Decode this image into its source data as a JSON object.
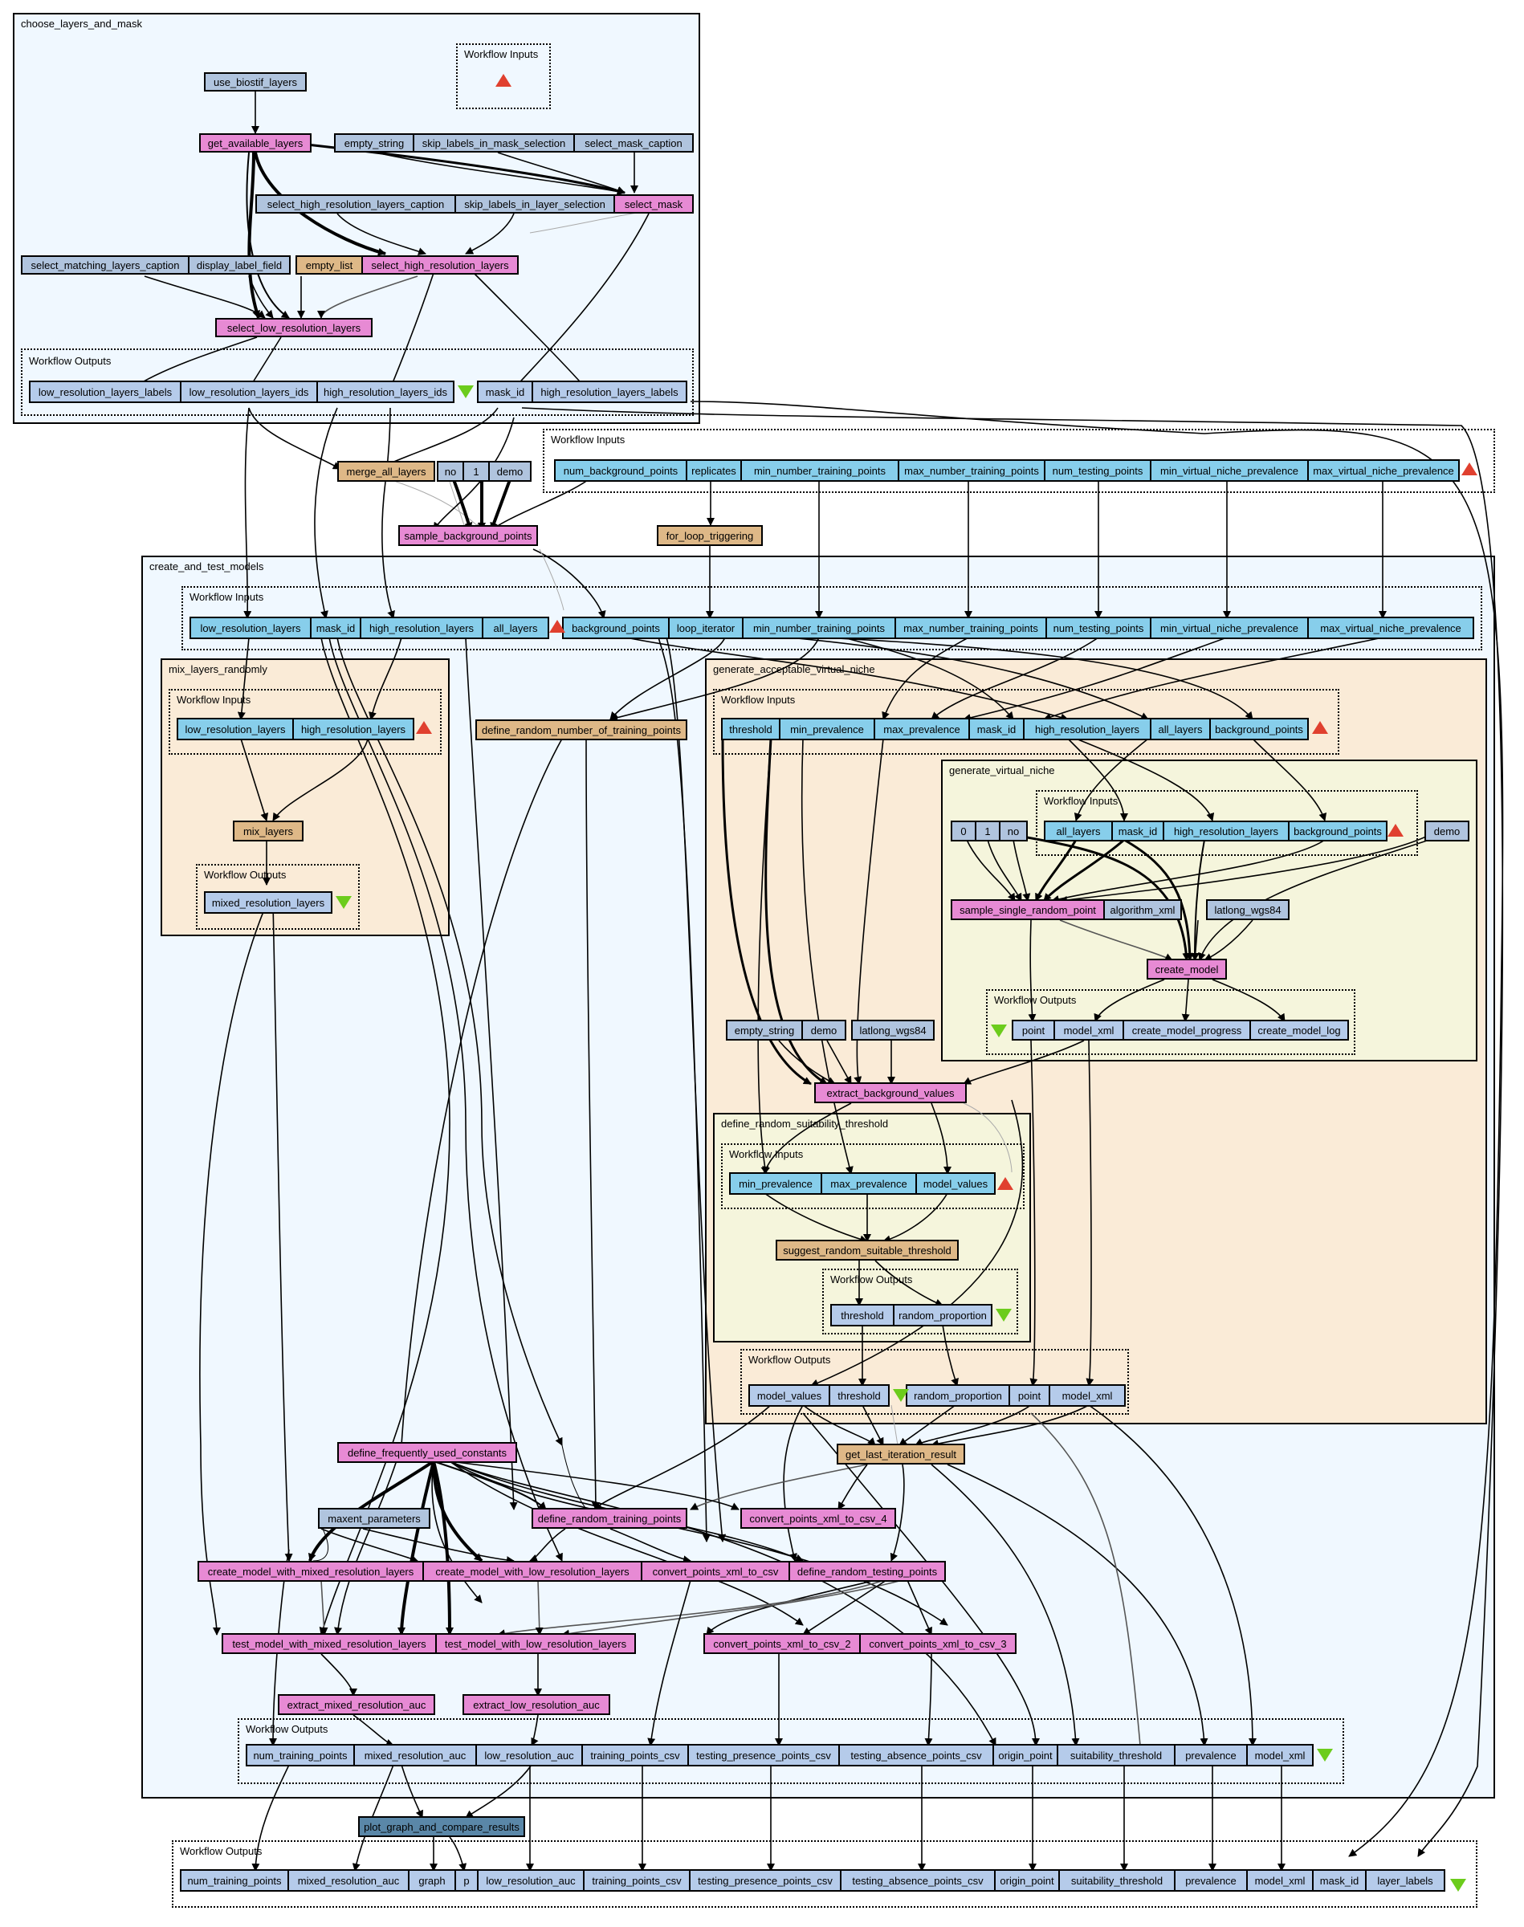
{
  "choose": {
    "title": "choose_layers_and_mask",
    "inputs_label": "Workflow Inputs",
    "outputs_label": "Workflow Outputs",
    "use_biostif_layers": "use_biostif_layers",
    "get_available_layers": "get_available_layers",
    "empty_string": "empty_string",
    "skip_labels_in_mask_selection": "skip_labels_in_mask_selection",
    "select_mask_caption": "select_mask_caption",
    "select_high_resolution_layers_caption": "select_high_resolution_layers_caption",
    "skip_labels_in_layer_selection": "skip_labels_in_layer_selection",
    "select_mask": "select_mask",
    "select_matching_layers_caption": "select_matching_layers_caption",
    "display_label_field": "display_label_field",
    "empty_list": "empty_list",
    "select_high_resolution_layers": "select_high_resolution_layers",
    "select_low_resolution_layers": "select_low_resolution_layers",
    "out_low_resolution_layers_labels": "low_resolution_layers_labels",
    "out_low_resolution_layers_ids": "low_resolution_layers_ids",
    "out_high_resolution_layers_ids": "high_resolution_layers_ids",
    "out_mask_id": "mask_id",
    "out_high_resolution_layers_labels": "high_resolution_layers_labels"
  },
  "top": {
    "merge_all_layers": "merge_all_layers",
    "no": "no",
    "one": "1",
    "demo": "demo",
    "sample_background_points": "sample_background_points",
    "for_loop_triggering": "for_loop_triggering",
    "inputs_label": "Workflow Inputs",
    "inputs": [
      "num_background_points",
      "replicates",
      "min_number_training_points",
      "max_number_training_points",
      "num_testing_points",
      "min_virtual_niche_prevalence",
      "max_virtual_niche_prevalence"
    ]
  },
  "ctm": {
    "title": "create_and_test_models",
    "inputs_label": "Workflow Inputs",
    "inputs": [
      "low_resolution_layers",
      "mask_id",
      "high_resolution_layers",
      "all_layers",
      "background_points",
      "loop_iterator",
      "min_number_training_points",
      "max_number_training_points",
      "num_testing_points",
      "min_virtual_niche_prevalence",
      "max_virtual_niche_prevalence"
    ],
    "define_random_number_of_training_points": "define_random_number_of_training_points",
    "define_frequently_used_constants": "define_frequently_used_constants",
    "maxent_parameters": "maxent_parameters",
    "define_random_training_points": "define_random_training_points",
    "convert_points_xml_to_csv_4": "convert_points_xml_to_csv_4",
    "create_model_with_mixed_resolution_layers": "create_model_with_mixed_resolution_layers",
    "create_model_with_low_resolution_layers": "create_model_with_low_resolution_layers",
    "convert_points_xml_to_csv": "convert_points_xml_to_csv",
    "define_random_testing_points": "define_random_testing_points",
    "test_model_with_mixed_resolution_layers": "test_model_with_mixed_resolution_layers",
    "test_model_with_low_resolution_layers": "test_model_with_low_resolution_layers",
    "convert_points_xml_to_csv_2": "convert_points_xml_to_csv_2",
    "convert_points_xml_to_csv_3": "convert_points_xml_to_csv_3",
    "extract_mixed_resolution_auc": "extract_mixed_resolution_auc",
    "extract_low_resolution_auc": "extract_low_resolution_auc",
    "get_last_iteration_result": "get_last_iteration_result",
    "outputs_label": "Workflow Outputs",
    "outputs": [
      "num_training_points",
      "mixed_resolution_auc",
      "low_resolution_auc",
      "training_points_csv",
      "testing_presence_points_csv",
      "testing_absence_points_csv",
      "origin_point",
      "suitability_threshold",
      "prevalence",
      "model_xml"
    ]
  },
  "mix": {
    "title": "mix_layers_randomly",
    "inputs_label": "Workflow Inputs",
    "in_low": "low_resolution_layers",
    "in_high": "high_resolution_layers",
    "mix_layers": "mix_layers",
    "outputs_label": "Workflow Outputs",
    "out_mixed": "mixed_resolution_layers"
  },
  "gavn": {
    "title": "generate_acceptable_virtual_niche",
    "inputs_label": "Workflow Inputs",
    "inputs": [
      "threshold",
      "min_prevalence",
      "max_prevalence",
      "mask_id",
      "high_resolution_layers",
      "all_layers",
      "background_points"
    ],
    "empty_string": "empty_string",
    "demo": "demo",
    "latlong_wgs84": "latlong_wgs84",
    "extract_background_values": "extract_background_values",
    "outputs_label": "Workflow Outputs",
    "outputs": [
      "model_values",
      "threshold",
      "random_proportion",
      "point",
      "model_xml"
    ]
  },
  "gvn": {
    "title": "generate_virtual_niche",
    "inputs_label": "Workflow Inputs",
    "inputs": [
      "all_layers",
      "mask_id",
      "high_resolution_layers",
      "background_points"
    ],
    "zero": "0",
    "one": "1",
    "no": "no",
    "demo": "demo",
    "sample_single_random_point": "sample_single_random_point",
    "algorithm_xml": "algorithm_xml",
    "latlong_wgs84": "latlong_wgs84",
    "create_model": "create_model",
    "outputs_label": "Workflow Outputs",
    "outputs": [
      "point",
      "model_xml",
      "create_model_progress",
      "create_model_log"
    ]
  },
  "drst": {
    "title": "define_random_suitability_threshold",
    "inputs_label": "Workflow Inputs",
    "inputs": [
      "min_prevalence",
      "max_prevalence",
      "model_values"
    ],
    "suggest_random_suitable_threshold": "suggest_random_suitable_threshold",
    "outputs_label": "Workflow Outputs",
    "outputs": [
      "threshold",
      "random_proportion"
    ]
  },
  "final": {
    "plot_graph_and_compare_results": "plot_graph_and_compare_results",
    "outputs_label": "Workflow Outputs",
    "outputs": [
      "num_training_points",
      "mixed_resolution_auc",
      "graph",
      "p",
      "low_resolution_auc",
      "training_points_csv",
      "testing_presence_points_csv",
      "testing_absence_points_csv",
      "origin_point",
      "suitability_threshold",
      "prevalence",
      "model_xml",
      "mask_id",
      "layer_labels"
    ]
  },
  "colors": {
    "workflow_input": "#87ceeb",
    "constant": "#b0c4de",
    "workflow_output": "#b5cbea",
    "service": "#e78ad4",
    "beanshell": "#deb887",
    "rshell": "#5a87a8",
    "nested_outer": "#f0f8ff",
    "nested_mid": "#faebd7",
    "nested_inner": "#f5f5dc",
    "input_marker": "#e0402f",
    "output_marker": "#6ccc1c"
  }
}
